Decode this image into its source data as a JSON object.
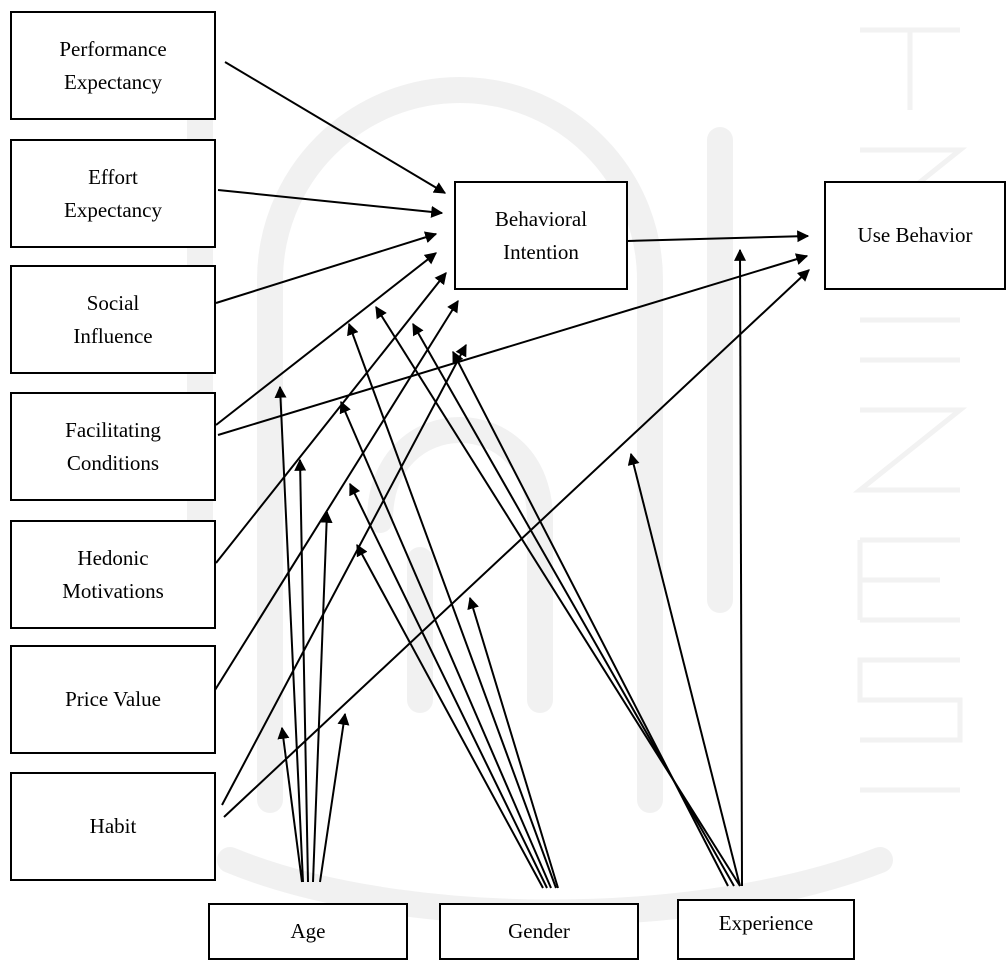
{
  "nodes": {
    "performance_expectancy": "Performance\nExpectancy",
    "effort_expectancy": "Effort\nExpectancy",
    "social_influence": "Social\nInfluence",
    "facilitating_conditions": "Facilitating\nConditions",
    "hedonic_motivations": "Hedonic\nMotivations",
    "price_value": "Price Value",
    "habit": "Habit",
    "behavioral_intention": "Behavioral\nIntention",
    "use_behavior": "Use Behavior",
    "age": "Age",
    "gender": "Gender",
    "experience": "Experience"
  },
  "colors": {
    "line": "#000000",
    "box_border": "#000000",
    "watermark": "#f1f1f1"
  }
}
